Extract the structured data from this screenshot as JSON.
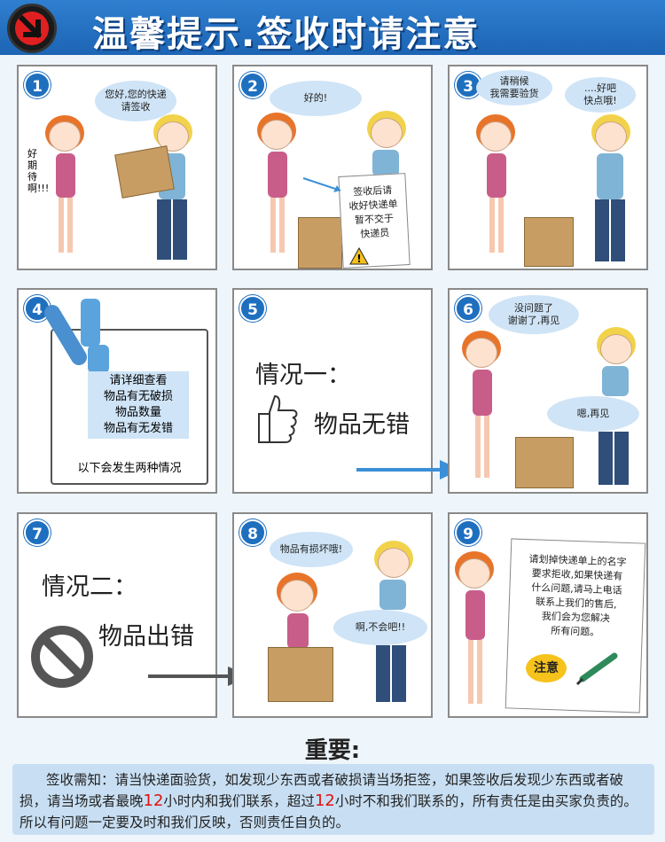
{
  "header": {
    "title": "温馨提示.签收时请注意"
  },
  "panels": {
    "p1": {
      "num": "1",
      "boy_bubble": "您好,您的快递\n请签收",
      "girl_side_text": "好期待啊!!!"
    },
    "p2": {
      "num": "2",
      "girl_bubble": "好的!",
      "paper": "签收后请\n收好快递单\n暂不交于\n快递员"
    },
    "p3": {
      "num": "3",
      "girl_bubble": "请稍候\n我需要验货",
      "boy_bubble": "....好吧\n快点哦!"
    },
    "p4": {
      "num": "4",
      "check_lines": [
        "请详细查看",
        "物品有无破损",
        "物品数量",
        "物品有无发错"
      ],
      "footer": "以下会发生两种情况"
    },
    "p5": {
      "num": "5",
      "case": "情况一：",
      "result": "物品无错"
    },
    "p6": {
      "num": "6",
      "girl_bubble": "没问题了\n谢谢了,再见",
      "boy_bubble": "嗯,再见"
    },
    "p7": {
      "num": "7",
      "case": "情况二：",
      "result": "物品出错"
    },
    "p8": {
      "num": "8",
      "girl_bubble": "物品有损坏哦!",
      "boy_bubble": "啊,不会吧!!"
    },
    "p9": {
      "num": "9",
      "paper": "请划掉快递单上的名字\n要求拒收,如果快递有\n什么问题,请马上电话\n联系上我们的售后,\n我们会为您解决\n所有问题。",
      "stamp": "注意"
    }
  },
  "important_title": "重要:",
  "notice": {
    "part1": "签收需知：请当快递面验货，如发现少东西或者破损请当场拒签，如果签收后发现少东西或者破损，请当场或者最晚",
    "num1": "12",
    "part2": "小时内和我们联系，超过",
    "num2": "12",
    "part3": "小时不和我们联系的，所有责任是由买家负责的。所以有问题一定要及时和我们反映，否则责任自负的。"
  },
  "colors": {
    "header_blue": "#1d64b4",
    "bubble_blue": "#cfe4f6",
    "badge_blue": "#1f6fbf",
    "highlight_red": "#e01010"
  }
}
